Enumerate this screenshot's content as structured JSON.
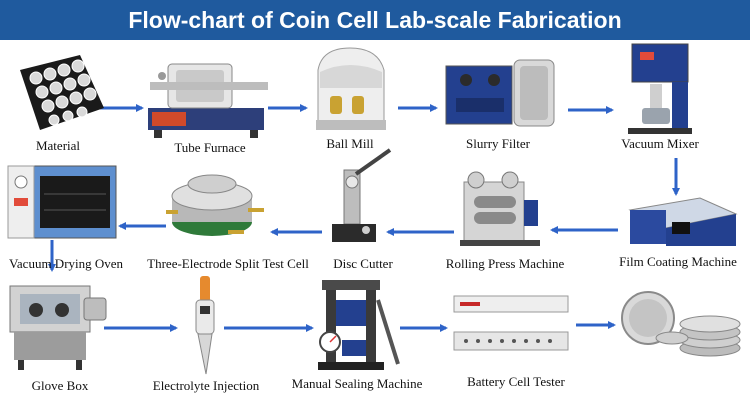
{
  "title": "Flow-chart of Coin Cell Lab-scale Fabrication",
  "colors": {
    "banner": "#1f5a9e",
    "arrow": "#2e63c8"
  },
  "steps": [
    {
      "label": "Material",
      "icon": "material-pellets-icon"
    },
    {
      "label": "Tube Furnace",
      "icon": "tube-furnace-icon"
    },
    {
      "label": "Ball Mill",
      "icon": "ball-mill-icon"
    },
    {
      "label": "Slurry Filter",
      "icon": "slurry-filter-icon"
    },
    {
      "label": "Vacuum Mixer",
      "icon": "vacuum-mixer-icon"
    },
    {
      "label": "Film Coating Machine",
      "icon": "film-coating-machine-icon"
    },
    {
      "label": "Rolling Press Machine",
      "icon": "rolling-press-icon"
    },
    {
      "label": "Disc Cutter",
      "icon": "disc-cutter-icon"
    },
    {
      "label": "Three-Electrode Split Test Cell",
      "icon": "split-test-cell-icon"
    },
    {
      "label": "Vacuum Drying Oven",
      "icon": "drying-oven-icon"
    },
    {
      "label": "Glove Box",
      "icon": "glove-box-icon"
    },
    {
      "label": "Electrolyte Injection",
      "icon": "pipette-icon"
    },
    {
      "label": "Manual Sealing Machine",
      "icon": "sealing-machine-icon"
    },
    {
      "label": "Battery Cell Tester",
      "icon": "cell-tester-icon"
    },
    {
      "label": "",
      "icon": "coin-cells-icon"
    }
  ]
}
